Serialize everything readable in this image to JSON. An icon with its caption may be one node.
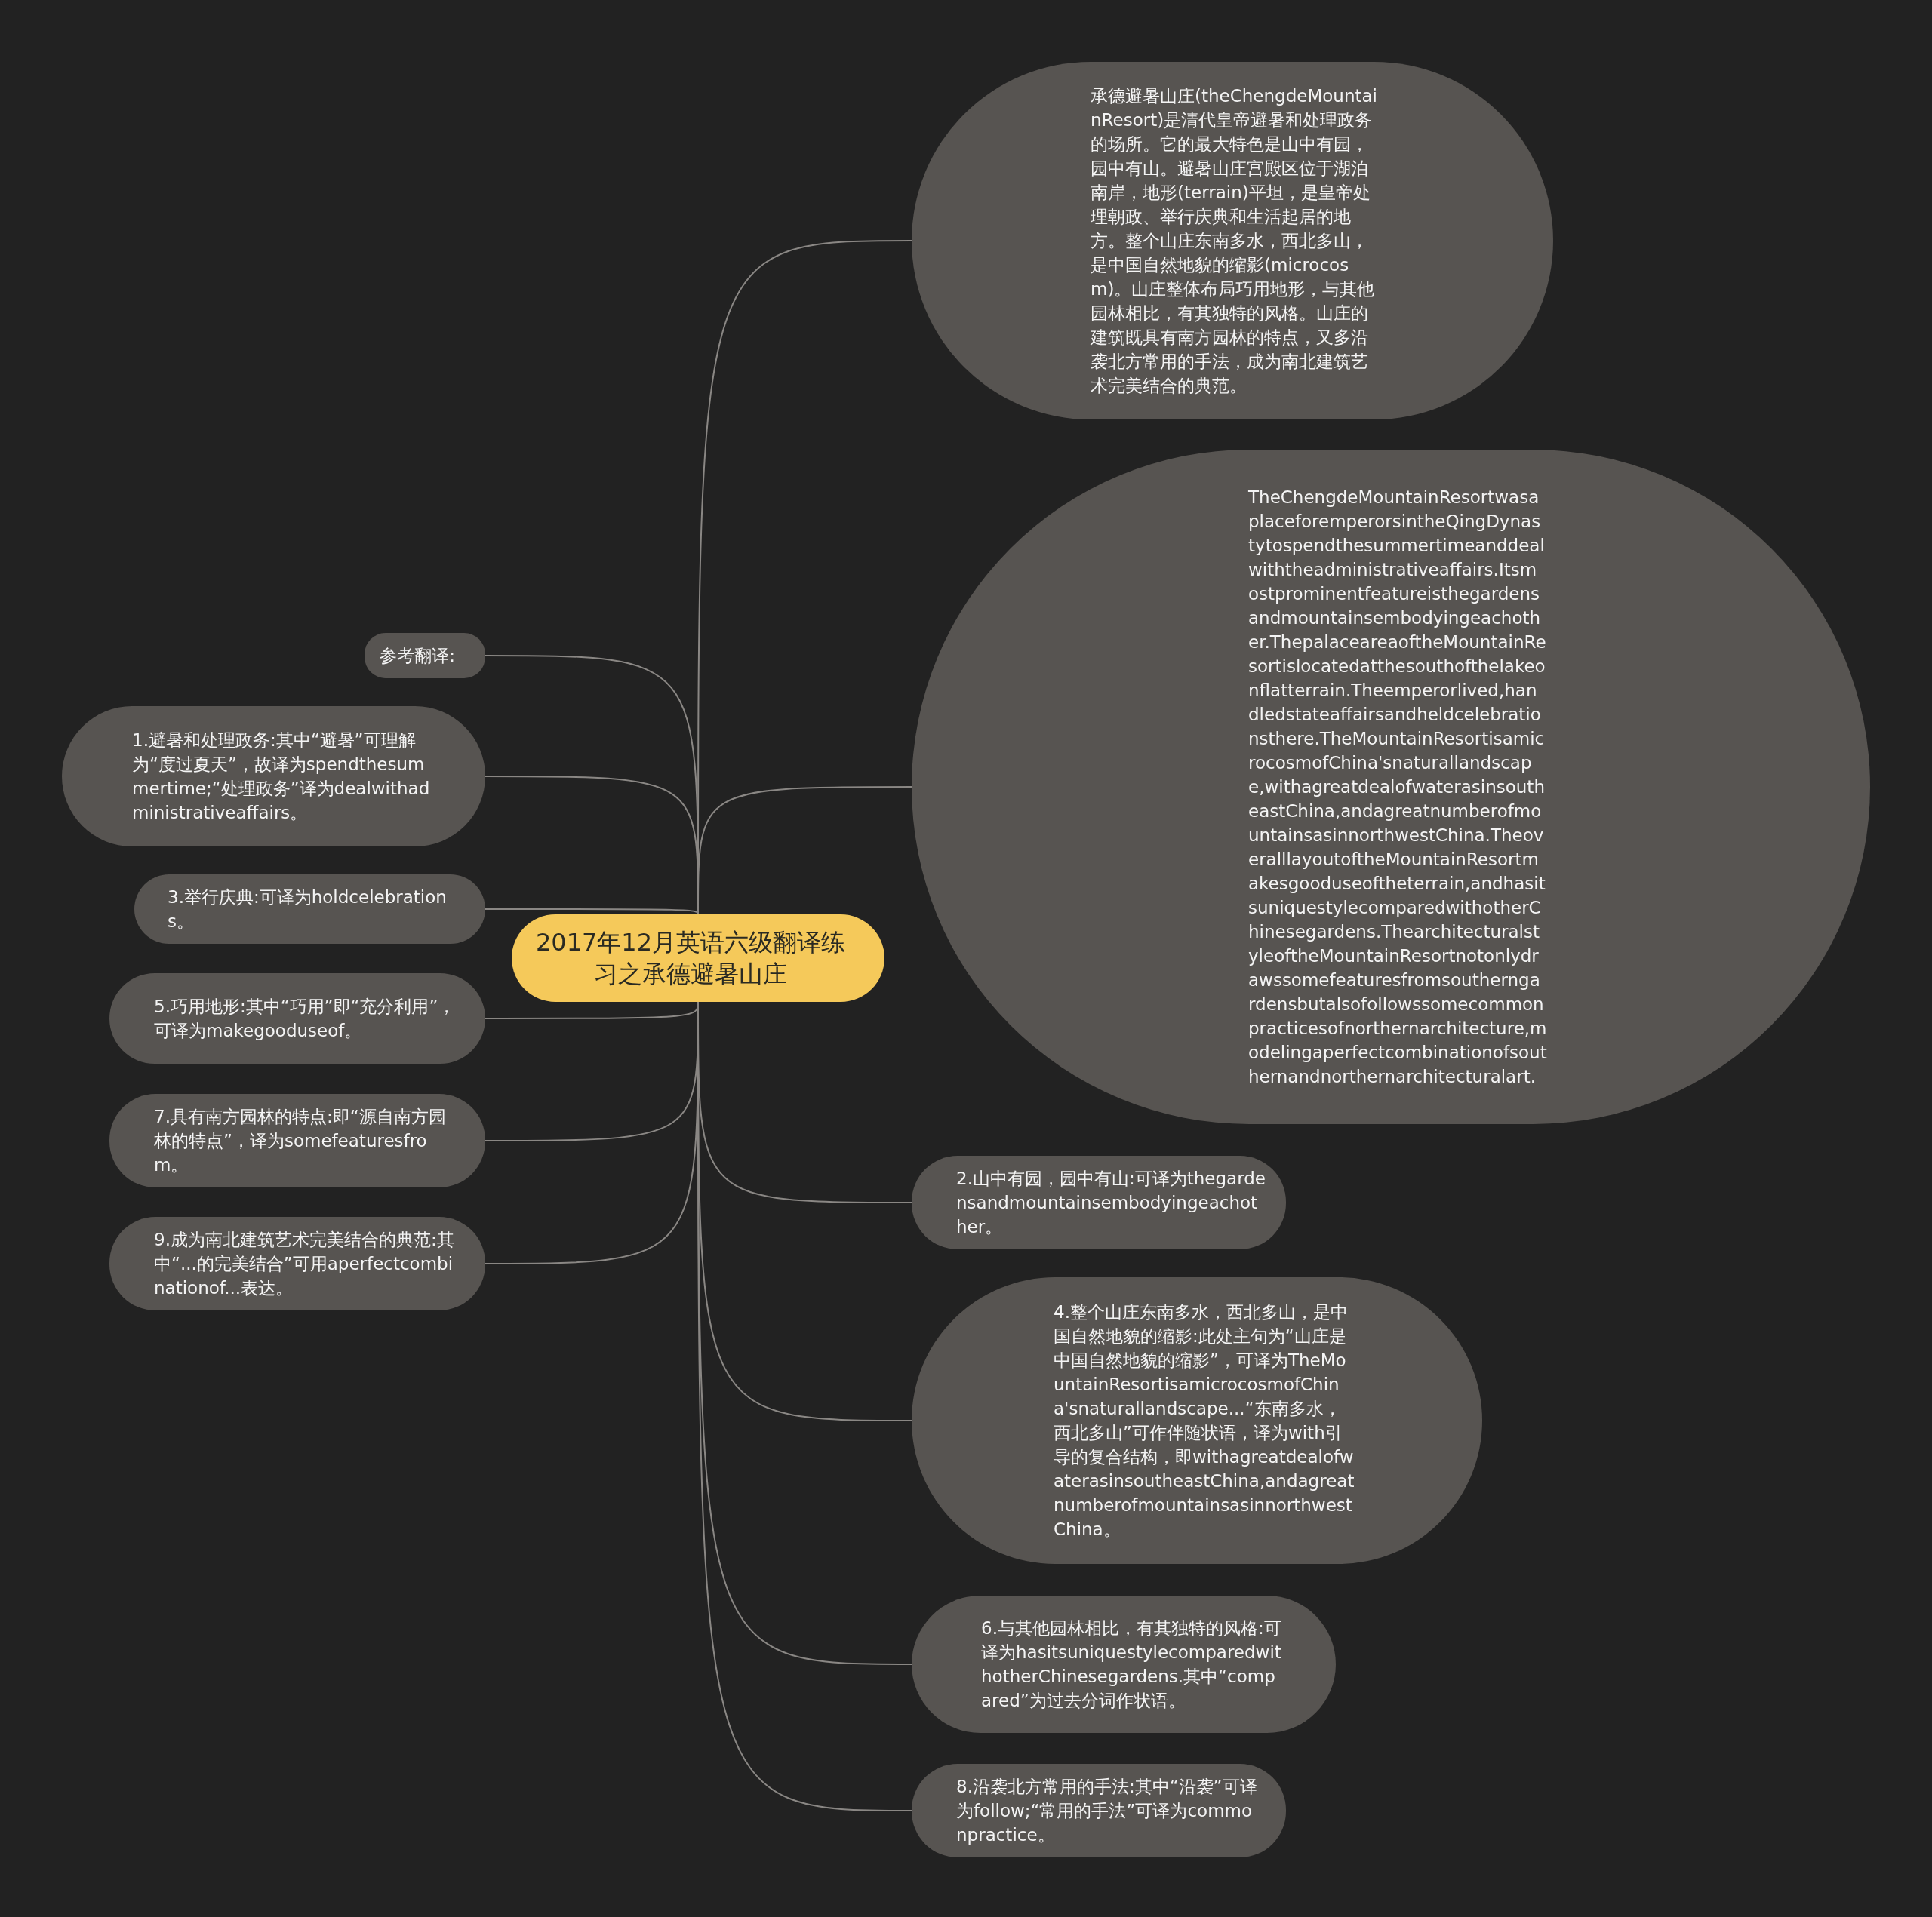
{
  "diagram": {
    "nodes": [
      {
        "text": [
          "2017年12月英语六级翻译练习之承德避暑山庄"
        ]
      },
      {
        "text": [
          "承德避暑山庄(theChengdeMountainResort)是清代皇帝避暑和处理政务的场所。它的最大特色是山中有园，园中有山。避暑山庄宫殿区位于湖泊南岸，地形(terrain)平坦，是皇帝处理朝政、举行庆典和生活起居的地方。整个山庄东南多水，西北多山，是中国自然地貌的缩影(microcosm)。山庄整体布局巧用地形，与其他园林相比，有其独特的风格。山庄的建筑既具有南方园林的特点，又多沿袭北方常用的手法，成为南北建筑艺术完美结合的典范。"
        ]
      },
      {
        "text": [
          "TheChengdeMountainResortwasaplaceforemperorsintheQingDynastytospendthesummertimeanddealwiththeadministrativeaffairs.Itsmostprominentfeatureisthegardensandmountainsembodyingeachother.ThepalaceareaoftheMountainResortislocatedatthesouthofthelakeonflatterrain.Theemperorlived,handledstateaffairsandheldcelebrationsthere.TheMountainResortisamicrocosmofChina'snaturallandscape,withagreatdealofwaterasinsoutheastChina,andagreatnumberofmountainsasinnorthwestChina.TheoveralllayoutoftheMountainResortmakesgooduseoftheterrain,andhasitsuniquestylecomparedwithotherChinesegardens.ThearchitecturalstyleoftheMountainResortnotonlydrawssomefeaturesfromsoutherngardensbutalsofollowssomecommonpracticesofnorthernarchitecture,modelingaperfectcombinationofsouthernandnorthernarchitecturalart."
        ]
      },
      {
        "text": [
          "2.山中有园，园中有山:可译为thegardensandmountainsembodyingeachother。"
        ]
      },
      {
        "text": [
          "4.整个山庄东南多水，西北多山，是中国自然地貌的缩影:此处主句为“山庄是中国自然地貌的缩影”，可译为TheMountainResortisamicrocosmofChina'snaturallandscape...“东南多水，西北多山”可作伴随状语，译为with引导的复合结构，即withagreatdealofwaterasinsoutheastChina,andagreatnumberofmountainsasinnorthwestChina。"
        ]
      },
      {
        "text": [
          "6.与其他园林相比，有其独特的风格:可译为hasitsuniquestylecomparedwithotherChinesegardens.其中“compared”为过去分词作状语。"
        ]
      },
      {
        "text": [
          "8.沿袭北方常用的手法:其中“沿袭”可译为follow;“常用的手法”可译为commonpractice。"
        ]
      },
      {
        "text": [
          "参考翻译:"
        ]
      },
      {
        "text": [
          "1.避暑和处理政务:其中“避暑”可理解为“度过夏天”，故译为spendthesummertime;“处理政务”译为dealwithadministrativeaffairs。"
        ]
      },
      {
        "text": [
          "3.举行庆典:可译为holdcelebrations。"
        ]
      },
      {
        "text": [
          "5.巧用地形:其中“巧用”即“充分利用”，可译为makegooduseof。"
        ]
      },
      {
        "text": [
          "7.具有南方园林的特点:即“源自南方园林的特点”，译为somefeaturesfrom。"
        ]
      },
      {
        "text": [
          "9.成为南北建筑艺术完美结合的典范:其中“...的完美结合”可用aperfectcombinationof...表达。"
        ]
      }
    ],
    "edges": [
      {
        "from": 0,
        "to": 1,
        "arrow": "none"
      },
      {
        "from": 0,
        "to": 2,
        "arrow": "none"
      },
      {
        "from": 0,
        "to": 3,
        "arrow": "none"
      },
      {
        "from": 0,
        "to": 4,
        "arrow": "none"
      },
      {
        "from": 0,
        "to": 5,
        "arrow": "none"
      },
      {
        "from": 0,
        "to": 6,
        "arrow": "none"
      },
      {
        "from": 0,
        "to": 7,
        "arrow": "none"
      },
      {
        "from": 0,
        "to": 8,
        "arrow": "none"
      },
      {
        "from": 0,
        "to": 9,
        "arrow": "none"
      },
      {
        "from": 0,
        "to": 10,
        "arrow": "none"
      },
      {
        "from": 0,
        "to": 11,
        "arrow": "none"
      },
      {
        "from": 0,
        "to": 12,
        "arrow": "none"
      }
    ]
  }
}
